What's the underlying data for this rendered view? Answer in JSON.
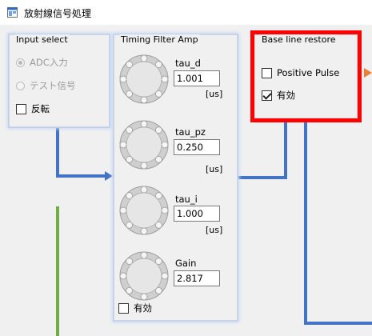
{
  "window": {
    "title": "放射線信号処理",
    "icon": "app-window-icon"
  },
  "input_select": {
    "title": "Input select",
    "options": [
      {
        "label": "ADC入力",
        "type": "radio",
        "checked": true,
        "disabled": true
      },
      {
        "label": "テスト信号",
        "type": "radio",
        "checked": false,
        "disabled": true
      },
      {
        "label": "反転",
        "type": "checkbox",
        "checked": false,
        "disabled": false
      }
    ]
  },
  "timing_filter_amp": {
    "title": "Timing Filter Amp",
    "params": [
      {
        "name": "tau_d",
        "value": "1.001",
        "unit": "[us]"
      },
      {
        "name": "tau_pz",
        "value": "0.250",
        "unit": "[us]"
      },
      {
        "name": "tau_i",
        "value": "1.000",
        "unit": "[us]"
      },
      {
        "name": "Gain",
        "value": "2.817",
        "unit": ""
      }
    ],
    "enable_label": "有効",
    "enable_checked": false
  },
  "baseline_restore": {
    "title": "Base line restore",
    "positive_pulse_label": "Positive Pulse",
    "positive_pulse_checked": false,
    "enable_label": "有効",
    "enable_checked": true,
    "highlight_color": "#ff0000"
  },
  "colors": {
    "wire_blue": "#4472c4",
    "wire_green": "#70ad47",
    "wire_orange": "#ed7d31"
  }
}
